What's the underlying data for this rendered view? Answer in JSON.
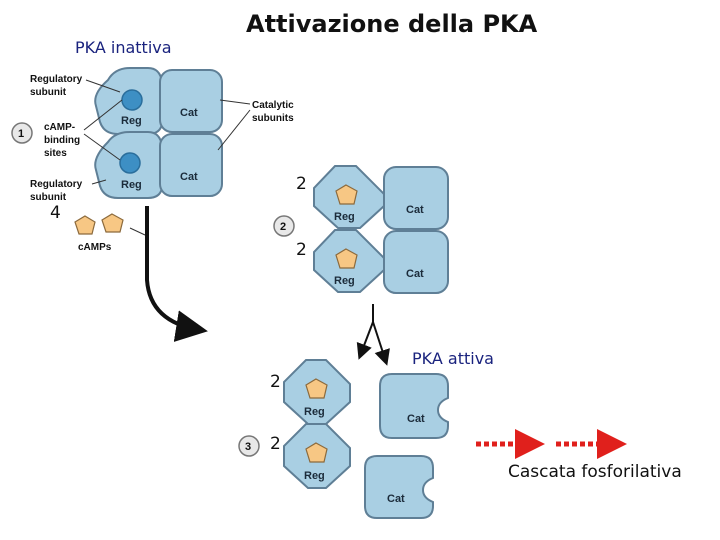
{
  "title": "Attivazione della PKA",
  "labels": {
    "inactive": "PKA inattiva",
    "active": "PKA attiva",
    "cascade": "Cascata fosforilativa"
  },
  "counts": {
    "camp_count": "4",
    "two": "2"
  },
  "annotations": {
    "regulatory_subunit": [
      "Regulatory",
      "subunit"
    ],
    "camp_binding_sites": [
      "cAMP-",
      "binding",
      "sites"
    ],
    "catalytic_subunits": [
      "Catalytic",
      "subunits"
    ],
    "camps": "cAMPs"
  },
  "subunit_text": {
    "reg": "Reg",
    "cat": "Cat"
  },
  "steps": [
    "1",
    "2",
    "3"
  ],
  "colors": {
    "subunit_fill": "#a9cfe3",
    "subunit_stroke": "#5f7f96",
    "camp_fill": "#f7c784",
    "binding_site": "#3d8fc4",
    "cascade_arrow": "#e0201c"
  }
}
